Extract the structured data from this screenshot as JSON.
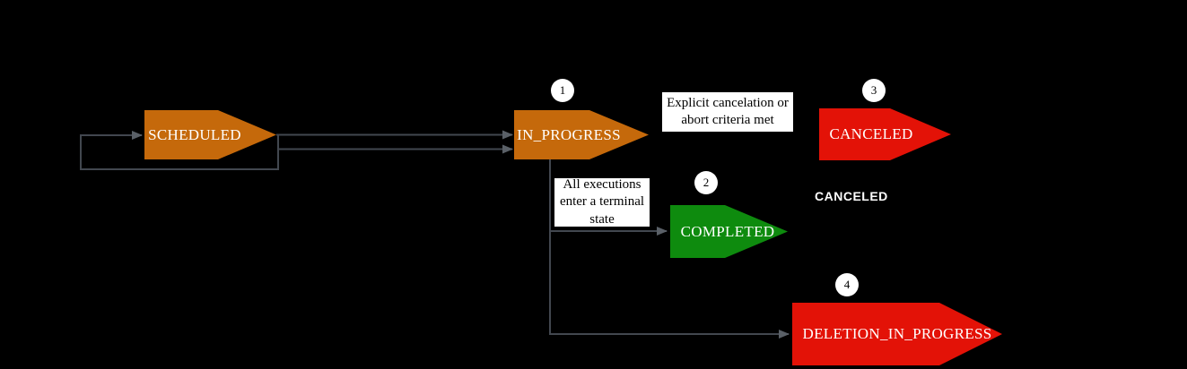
{
  "diagram": {
    "title_hint": "state lifecycle diagram",
    "background": "#000000",
    "states": [
      {
        "id": "scheduled",
        "label": "SCHEDULED",
        "color": "#C5690B"
      },
      {
        "id": "in-progress",
        "label": "IN_PROGRESS",
        "color": "#C5690B"
      },
      {
        "id": "canceled",
        "label": "CANCELED",
        "color": "#E31207"
      },
      {
        "id": "completed",
        "label": "COMPLETED",
        "color": "#0E8B0E"
      },
      {
        "id": "deletion-in-progress",
        "label": "DELETION_IN_PROGRESS",
        "color": "#E31207"
      }
    ],
    "steps": [
      "1",
      "2",
      "3",
      "4"
    ],
    "annotations": {
      "cancel_note": "Explicit cancelation or abort criteria met",
      "terminal_note": "All executions enter a terminal state",
      "canceled_caption": "CANCELED"
    },
    "colors": {
      "line": "#42474F",
      "arrowhead": "#5A6067",
      "circle_bg": "#FFFFFF",
      "state_text": "#FFFFFF",
      "note_bg": "#FFFFFF",
      "note_text": "#000000"
    }
  }
}
